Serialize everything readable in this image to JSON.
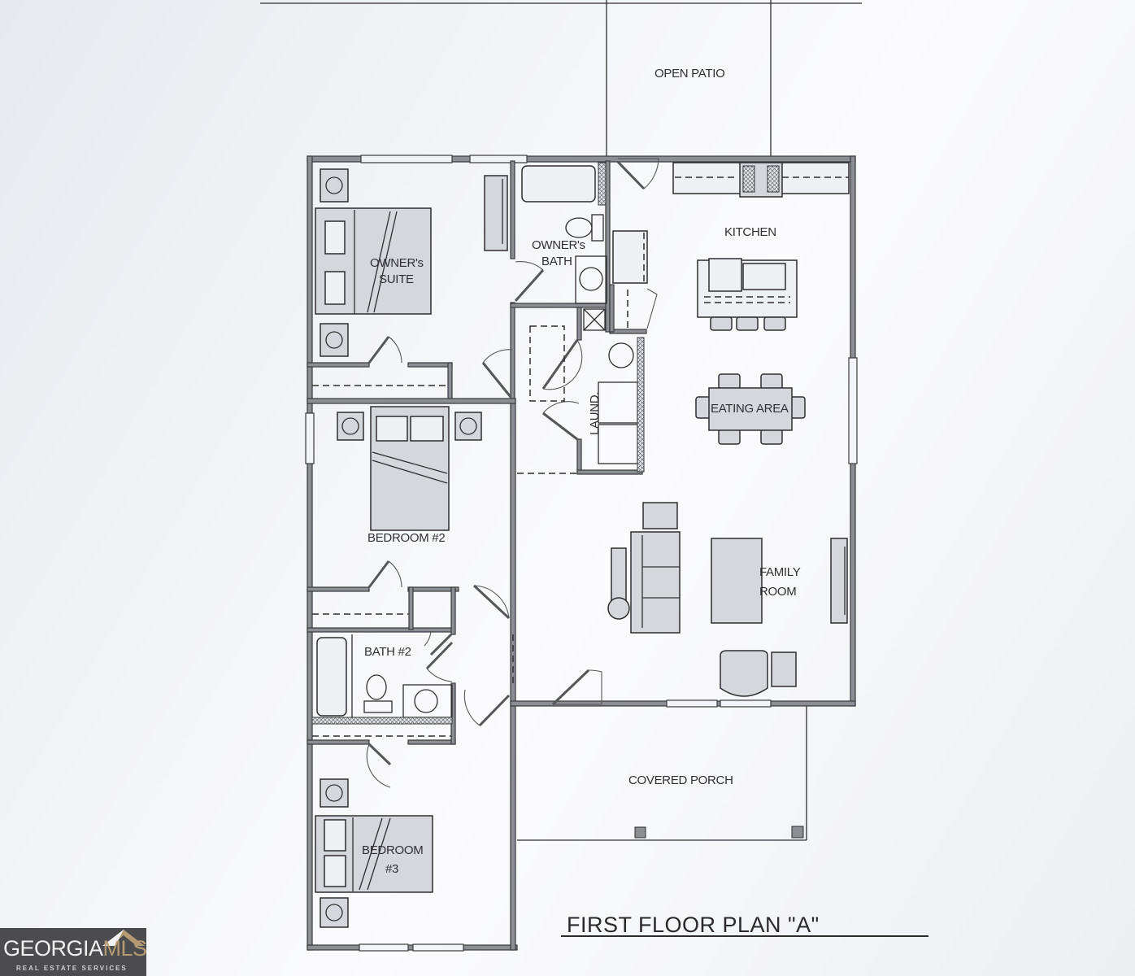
{
  "document": {
    "title": "FIRST FLOOR PLAN \"A\"",
    "rooms": {
      "open_patio": "OPEN PATIO",
      "kitchen": "KITCHEN",
      "owners_suite_line1": "OWNER's",
      "owners_suite_line2": "SUITE",
      "owners_bath_line1": "OWNER's",
      "owners_bath_line2": "BATH",
      "eating_area": "EATING AREA",
      "laundry": "LAUND.",
      "bedroom2": "BEDROOM #2",
      "family_room_line1": "FAMILY",
      "family_room_line2": "ROOM",
      "bath2": "BATH #2",
      "covered_porch": "COVERED PORCH",
      "bedroom3_line1": "BEDROOM",
      "bedroom3_line2": "#3"
    }
  },
  "watermark": {
    "brand_primary": "GEORGIA",
    "brand_accent": "MLS",
    "tagline": "REAL ESTATE SERVICES",
    "colors": {
      "background": "#4c4c4e",
      "accent": "#b59b72",
      "text": "#f0f0f0"
    }
  },
  "colors": {
    "wall_fill": "#8d8e93",
    "line": "#2e2e31",
    "furniture_fill": "#d6d7dd"
  }
}
